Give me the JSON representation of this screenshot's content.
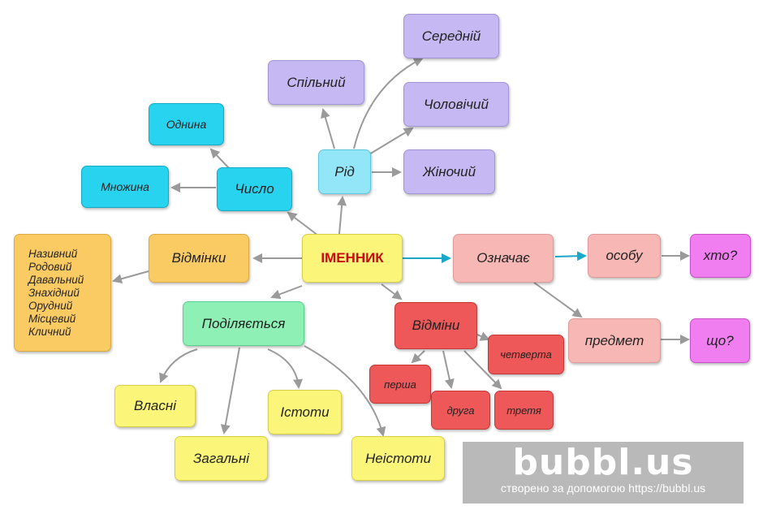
{
  "diagram": {
    "center": "ІМЕННИК",
    "meaning": {
      "label": "Означає",
      "person": "особу",
      "person_question": "хто?",
      "object": "предмет",
      "object_question": "що?"
    },
    "gender": {
      "label": "Рід",
      "items": [
        "Спільний",
        "Середній",
        "Чоловічий",
        "Жіночий"
      ]
    },
    "number": {
      "label": "Число",
      "items": [
        "Однина",
        "Множина"
      ]
    },
    "cases": {
      "label": "Відмінки",
      "items": [
        "Називний",
        "Родовий",
        "Давальний",
        "Знахідний",
        "Орудний",
        "Місцевий",
        "Кличний"
      ]
    },
    "divides": {
      "label": "Поділяється",
      "items": [
        "Власні",
        "Загальні",
        "Істоти",
        "Неістоти"
      ]
    },
    "declensions": {
      "label": "Відміни",
      "items": [
        "перша",
        "друга",
        "третя",
        "четверта"
      ]
    }
  },
  "colors": {
    "edge": "#9a9a9a",
    "edge_highlight": "#1aa8c8"
  },
  "watermark": {
    "logo": "bubbl.us",
    "caption": "створено за допомогою https://bubbl.us"
  }
}
